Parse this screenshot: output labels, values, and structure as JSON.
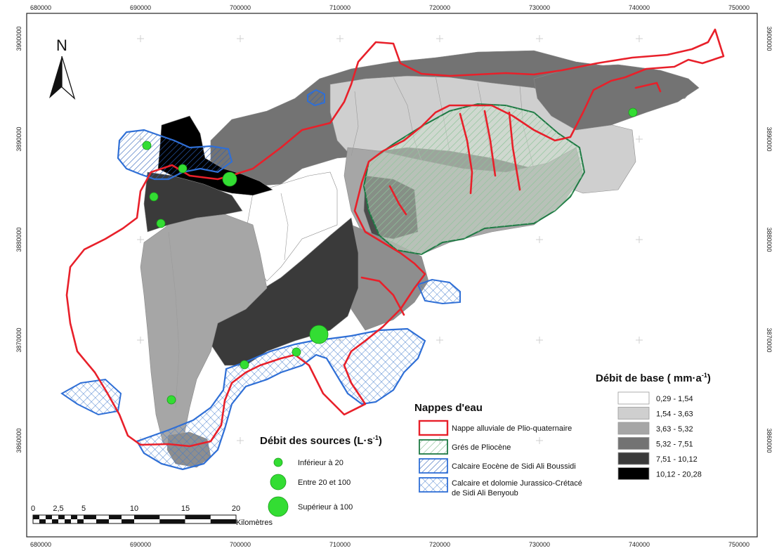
{
  "north_arrow": {
    "label": "N"
  },
  "axis_ticks": {
    "x": [
      "680000",
      "690000",
      "700000",
      "710000",
      "720000",
      "730000",
      "740000",
      "750000"
    ],
    "y": [
      "3900000",
      "3890000",
      "3880000",
      "3870000",
      "3860000"
    ]
  },
  "legend_baseflow": {
    "title": "Débit de base ( mm·a",
    "title_sup": "-1",
    "title_end": ")",
    "classes": [
      {
        "label": "0,29 - 1,54",
        "color": "#ffffff"
      },
      {
        "label": "1,54 - 3,63",
        "color": "#cfcfcf"
      },
      {
        "label": "3,63 - 5,32",
        "color": "#a6a6a6"
      },
      {
        "label": "5,32 - 7,51",
        "color": "#737373"
      },
      {
        "label": "7,51 - 10,12",
        "color": "#3a3a3a"
      },
      {
        "label": "10,12 - 20,28",
        "color": "#000000"
      }
    ]
  },
  "legend_aquifers": {
    "title": "Nappes d'eau",
    "items": [
      {
        "label": "Nappe alluviale de Plio-quaternaire",
        "style": "red-outline",
        "color": "#e8202a"
      },
      {
        "label": "Grés de Pliocène",
        "style": "green-hatch",
        "color": "#1e7a44"
      },
      {
        "label": "Calcaire Eocène de Sidi Ali Boussidi",
        "style": "blue-hatch",
        "color": "#2f6fd6"
      },
      {
        "label": "Calcaire et dolomie Jurassico-Crétacé",
        "label2": "de Sidi Ali Benyoub",
        "style": "blue-crosshatch",
        "color": "#2f6fd6"
      }
    ]
  },
  "legend_springs": {
    "title": "Débit des sources (L·s",
    "title_sup": "-1",
    "title_end": ")",
    "color": "#33dd33",
    "items": [
      {
        "label": "Inférieur à 20",
        "size": "small"
      },
      {
        "label": "Entre 20 et 100",
        "size": "medium"
      },
      {
        "label": "Supérieur à 100",
        "size": "large"
      }
    ]
  },
  "scale_bar": {
    "ticks": [
      "0",
      "2,5",
      "5",
      "10",
      "15",
      "20"
    ],
    "unit": "Kilomètres"
  }
}
